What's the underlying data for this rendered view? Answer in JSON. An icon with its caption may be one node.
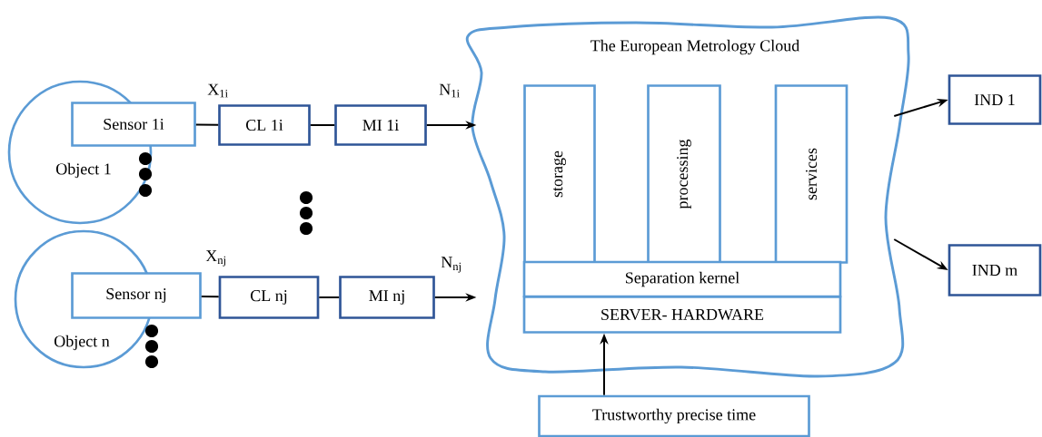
{
  "diagram": {
    "nodes": [
      {
        "text": [
          "Object 1"
        ]
      },
      {
        "text": [
          "Sensor 1i"
        ]
      },
      {
        "text": [
          "CL 1i"
        ]
      },
      {
        "text": [
          "MI 1i"
        ]
      },
      {
        "text": [
          "Object n"
        ]
      },
      {
        "text": [
          "Sensor nj"
        ]
      },
      {
        "text": [
          "CL nj"
        ]
      },
      {
        "text": [
          "MI nj"
        ]
      },
      {
        "text": [
          "The European Metrology Cloud"
        ]
      },
      {
        "text": [
          "storage"
        ],
        "in": 8
      },
      {
        "text": [
          "processing"
        ],
        "in": 8
      },
      {
        "text": [
          "services"
        ],
        "in": 8
      },
      {
        "text": [
          "Separation kernel"
        ],
        "in": 8
      },
      {
        "text": [
          "SERVER- HARDWARE"
        ],
        "in": 8
      },
      {
        "text": [
          "IND 1"
        ]
      },
      {
        "text": [
          "IND m"
        ]
      },
      {
        "text": [
          "Trustworthy precise time"
        ]
      }
    ],
    "edges": [
      {
        "from": 1,
        "to": 2,
        "arrow": "none",
        "label": "X$_{1i}$"
      },
      {
        "from": 2,
        "to": 3,
        "arrow": "none"
      },
      {
        "from": 3,
        "to": 8,
        "arrow": "to",
        "label": "N$_{1i}$"
      },
      {
        "from": 5,
        "to": 6,
        "arrow": "none",
        "label": "X$_{nj}$"
      },
      {
        "from": 6,
        "to": 7,
        "arrow": "none"
      },
      {
        "from": 7,
        "to": 8,
        "arrow": "to",
        "label": "N$_{nj}$"
      },
      {
        "from": 8,
        "to": 14,
        "arrow": "to"
      },
      {
        "from": 8,
        "to": 15,
        "arrow": "to"
      },
      {
        "from": 16,
        "to": 13,
        "arrow": "to"
      }
    ]
  }
}
